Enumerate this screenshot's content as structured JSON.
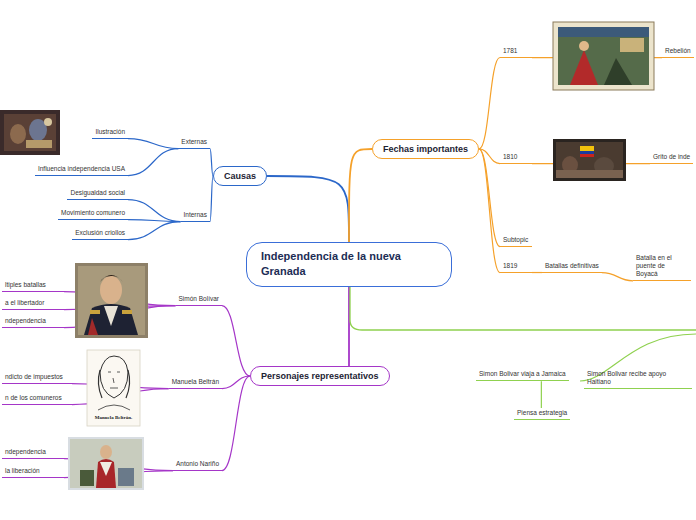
{
  "diagram": {
    "nodes": [
      {
        "text": [
          "Independencia de la nueva Granada"
        ]
      },
      {
        "text": [
          "Causas"
        ]
      },
      {
        "text": [
          "Externas"
        ]
      },
      {
        "text": [
          "Internas"
        ]
      },
      {
        "text": [
          "Ilustración"
        ]
      },
      {
        "text": [
          "Influencia independencia USA"
        ]
      },
      {
        "text": [
          "Desigualdad social"
        ]
      },
      {
        "text": [
          "Movimiento comunero"
        ]
      },
      {
        "text": [
          "Exclusión criollos"
        ]
      },
      {
        "text": [
          "Fechas importantes"
        ]
      },
      {
        "text": [
          "1781"
        ]
      },
      {
        "text": [
          "Rebelión"
        ]
      },
      {
        "text": [
          "1810"
        ]
      },
      {
        "text": [
          "Grito de inde"
        ]
      },
      {
        "text": [
          "Subtopic"
        ]
      },
      {
        "text": [
          "1819"
        ]
      },
      {
        "text": [
          "Batallas definitivas"
        ]
      },
      {
        "text": [
          "Batalla en el puente de Boyacá"
        ]
      },
      {
        "text": [
          "Personajes representativos"
        ]
      },
      {
        "text": [
          "Simón Bolívar"
        ]
      },
      {
        "text": [
          "Manuela Beltrán"
        ]
      },
      {
        "text": [
          "Antonio Nariño"
        ]
      },
      {
        "text": [
          "ltiples batallas"
        ]
      },
      {
        "text": [
          "a el libertador"
        ]
      },
      {
        "text": [
          "ndependencia"
        ]
      },
      {
        "text": [
          "ndicto de impuestos"
        ]
      },
      {
        "text": [
          "n de los comuneros"
        ]
      },
      {
        "text": [
          "ndependencia"
        ]
      },
      {
        "text": [
          "la liberación"
        ]
      },
      {
        "text": [
          "Simon  Bolivar viaja a Jamaica"
        ]
      },
      {
        "text": [
          "Simon Bolivar recibe apoyo Haitiano"
        ]
      },
      {
        "text": [
          "Piensa estrategia"
        ]
      }
    ],
    "edges": [
      {
        "from": 0,
        "to": 1,
        "arrow": "none"
      },
      {
        "from": 1,
        "to": 2,
        "arrow": "none"
      },
      {
        "from": 1,
        "to": 3,
        "arrow": "none"
      },
      {
        "from": 2,
        "to": 4,
        "arrow": "none"
      },
      {
        "from": 2,
        "to": 5,
        "arrow": "none"
      },
      {
        "from": 3,
        "to": 6,
        "arrow": "none"
      },
      {
        "from": 3,
        "to": 7,
        "arrow": "none"
      },
      {
        "from": 3,
        "to": 8,
        "arrow": "none"
      },
      {
        "from": 0,
        "to": 9,
        "arrow": "none"
      },
      {
        "from": 9,
        "to": 10,
        "arrow": "none"
      },
      {
        "from": 9,
        "to": 12,
        "arrow": "none"
      },
      {
        "from": 9,
        "to": 14,
        "arrow": "none"
      },
      {
        "from": 9,
        "to": 15,
        "arrow": "none"
      },
      {
        "from": 10,
        "to": 11,
        "arrow": "none"
      },
      {
        "from": 12,
        "to": 13,
        "arrow": "none"
      },
      {
        "from": 15,
        "to": 16,
        "arrow": "none"
      },
      {
        "from": 16,
        "to": 17,
        "arrow": "none"
      },
      {
        "from": 0,
        "to": 18,
        "arrow": "none"
      },
      {
        "from": 18,
        "to": 19,
        "arrow": "none"
      },
      {
        "from": 18,
        "to": 20,
        "arrow": "none"
      },
      {
        "from": 18,
        "to": 21,
        "arrow": "none"
      },
      {
        "from": 19,
        "to": 22,
        "arrow": "none"
      },
      {
        "from": 19,
        "to": 23,
        "arrow": "none"
      },
      {
        "from": 19,
        "to": 24,
        "arrow": "none"
      },
      {
        "from": 20,
        "to": 25,
        "arrow": "none"
      },
      {
        "from": 20,
        "to": 26,
        "arrow": "none"
      },
      {
        "from": 21,
        "to": 27,
        "arrow": "none"
      },
      {
        "from": 21,
        "to": 28,
        "arrow": "none"
      },
      {
        "from": 29,
        "to": 31,
        "arrow": "none"
      }
    ],
    "labels": [
      "Manuela Beltrán."
    ]
  }
}
